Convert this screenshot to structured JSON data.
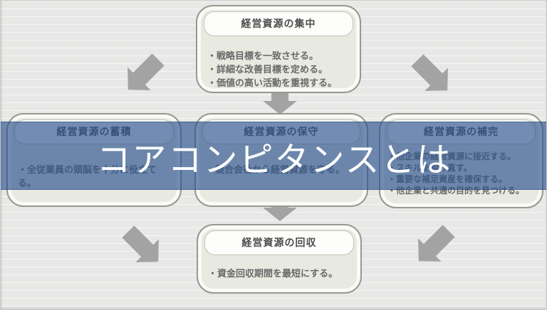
{
  "banner": {
    "title": "コアコンピタンスとは"
  },
  "diagram": {
    "boxes": {
      "top": {
        "title": "経営資源の集中",
        "bullets": [
          "・戦略目標を一致させる。",
          "・詳細な改善目標を定める。",
          "・価値の高い活動を重視する。"
        ]
      },
      "left": {
        "title": "経営資源の蓄積",
        "bullets": [
          "・全従業員の頭脳を十分に役立てる。"
        ]
      },
      "center": {
        "title": "経営資源の保守",
        "bullets": [
          "・競合会社から経営資源を守る。"
        ]
      },
      "right": {
        "title": "経営資源の補完",
        "bullets": [
          "・他企業の経営資源に接近する。",
          "・スキルを組み直す。",
          "・重要な補足資産を確保する。",
          "・他企業と共通の目的を見つける。"
        ]
      },
      "bottom": {
        "title": "経営資源の回収",
        "bullets": [
          "・資金回収期間を最短にする。"
        ]
      }
    }
  },
  "icons": {
    "arrow_down": "gray block arrow pointing down",
    "arrow_down_left": "gray block arrow pointing down-left",
    "arrow_down_right": "gray block arrow pointing down-right"
  },
  "colors": {
    "background": "#ececeb",
    "node_fill": "#e8eae1",
    "node_border": "#97998f",
    "node_inner_ring": "#fafaf6",
    "title_bar_bg": "#fdfdfb",
    "title_text": "#4d4d4d",
    "bullet_text": "#696969",
    "arrow": "#a3a3a3",
    "banner_bg": "#2b528d",
    "banner_text": "#ffffff"
  }
}
